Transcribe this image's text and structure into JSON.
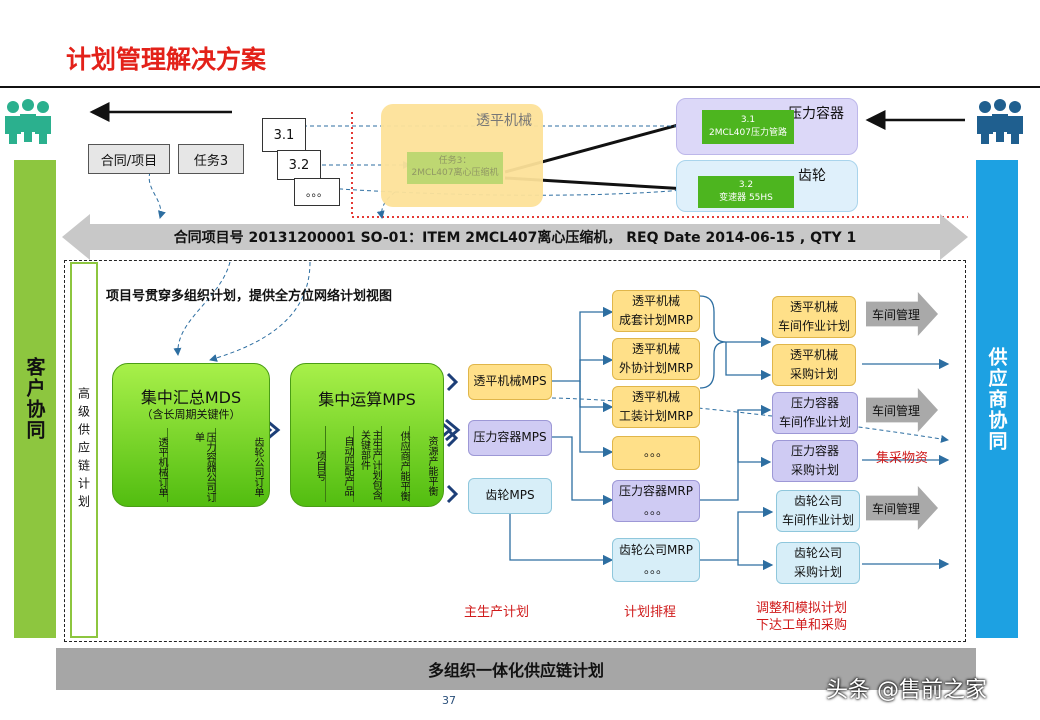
{
  "title": "计划管理解决方案",
  "left_bar": "客户协同",
  "right_bar": "供应商协同",
  "inner_vertical": "高级供应链计划",
  "top": {
    "contract_box": "合同/项目",
    "task_box": "任务3",
    "stack": [
      "3.1",
      "3.2",
      "。。。"
    ],
    "toupinjixie_label": "透平机械",
    "task3_detail": "任务3：\n2MCL407离心压缩机",
    "pressure_label": "压力容器",
    "pressure_sub": "3.1\n2MCL407压力管路",
    "gear_label": "齿轮",
    "gear_sub": "3.2\n变速器 55HS"
  },
  "banner": "合同项目号 20131200001 SO-01：ITEM 2MCL407离心压缩机， REQ Date 2014-06-15 , QTY 1",
  "intro_text": "项目号贯穿多组织计划，提供全方位网络计划视图",
  "mds": {
    "title": "集中汇总MDS",
    "subtitle": "（含长周期关键件）",
    "cells": [
      "透平机械订单",
      "压力容器公司订单",
      "齿轮公司订单"
    ]
  },
  "mps": {
    "title": "集中运算MPS",
    "cells": [
      "项目号",
      "自动匹配产品",
      "主生产计划包含关键部件",
      "供应商产能平衡",
      "资源产能平衡"
    ]
  },
  "mps_boxes": [
    "透平机械MPS",
    "压力容器MPS",
    "齿轮MPS"
  ],
  "mrp_boxes": [
    "透平机械\n成套计划MRP",
    "透平机械\n外协计划MRP",
    "透平机械\n工装计划MRP",
    "。。。",
    "压力容器MRP\n。。。",
    "齿轮公司MRP\n。。。"
  ],
  "right_boxes": [
    "透平机械\n车间作业计划",
    "透平机械\n采购计划",
    "压力容器\n车间作业计划",
    "压力容器\n采购计划",
    "齿轮公司\n车间作业计划",
    "齿轮公司\n采购计划"
  ],
  "workshop_label": "车间管理",
  "collective_label": "集采物资",
  "bottom_labels": [
    "主生产计划",
    "计划排程",
    "调整和模拟计划\n下达工单和采购"
  ],
  "bottom_bar": "多组织一体化供应链计划",
  "page_number": "37",
  "watermark": "头条 @售前之家",
  "colors": {
    "title_red": "#e32119",
    "left_green": "#8dc63f",
    "right_blue": "#1da1e2",
    "mrp_yellow": "#ffe089",
    "mrp_purple": "#cfcbf3",
    "mrp_blue": "#d7eef8"
  }
}
